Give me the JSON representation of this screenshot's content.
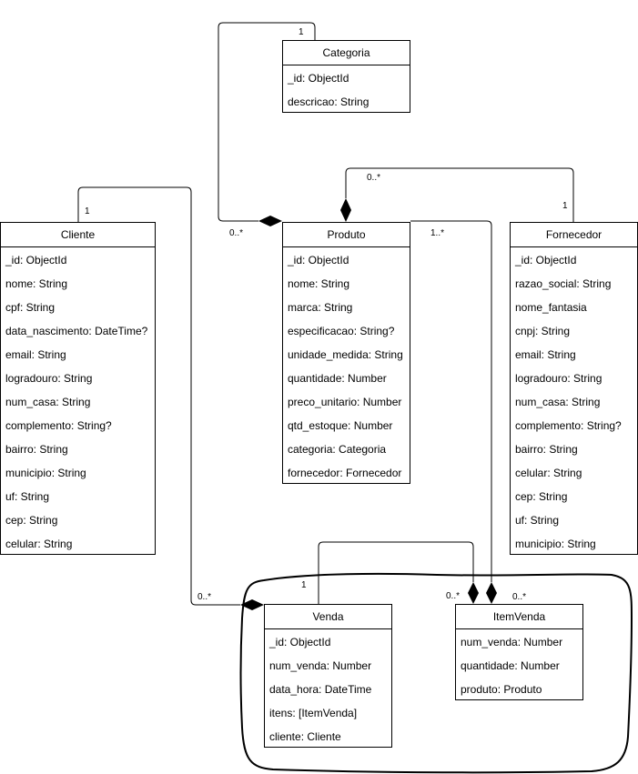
{
  "classes": {
    "categoria": {
      "title": "Categoria",
      "attrs": [
        "_id: ObjectId",
        "descricao: String"
      ]
    },
    "cliente": {
      "title": "Cliente",
      "attrs": [
        "_id: ObjectId",
        "nome: String",
        "cpf: String",
        "data_nascimento: DateTime?",
        "email: String",
        "logradouro: String",
        "num_casa: String",
        "complemento: String?",
        "bairro: String",
        "municipio: String",
        "uf: String",
        "cep: String",
        "celular: String"
      ]
    },
    "produto": {
      "title": "Produto",
      "attrs": [
        "_id: ObjectId",
        "nome: String",
        "marca: String",
        "especificacao: String?",
        "unidade_medida: String",
        "quantidade: Number",
        "preco_unitario: Number",
        "qtd_estoque: Number",
        "categoria: Categoria",
        "fornecedor: Fornecedor"
      ]
    },
    "fornecedor": {
      "title": "Fornecedor",
      "attrs": [
        "_id: ObjectId",
        "razao_social: String",
        "nome_fantasia",
        "cnpj: String",
        "email: String",
        "logradouro: String",
        "num_casa: String",
        "complemento: String?",
        "bairro: String",
        "celular: String",
        "cep: String",
        "uf: String",
        "municipio: String"
      ]
    },
    "venda": {
      "title": "Venda",
      "attrs": [
        "_id: ObjectId",
        "num_venda: Number",
        "data_hora: DateTime",
        "itens: [ItemVenda]",
        "cliente: Cliente"
      ]
    },
    "itemvenda": {
      "title": "ItemVenda",
      "attrs": [
        "num_venda: Number",
        "quantidade: Number",
        "produto: Produto"
      ]
    }
  },
  "multiplicities": {
    "categoria_one": "1",
    "produto_categoria_many": "0..*",
    "produto_fornecedor_many": "0..*",
    "fornecedor_one": "1",
    "cliente_one": "1",
    "venda_cliente_many": "0..*",
    "produto_itemvenda_one_many": "1..*",
    "venda_one": "1",
    "itemvenda_venda_many": "0..*",
    "itemvenda_produto_many": "0..*"
  }
}
